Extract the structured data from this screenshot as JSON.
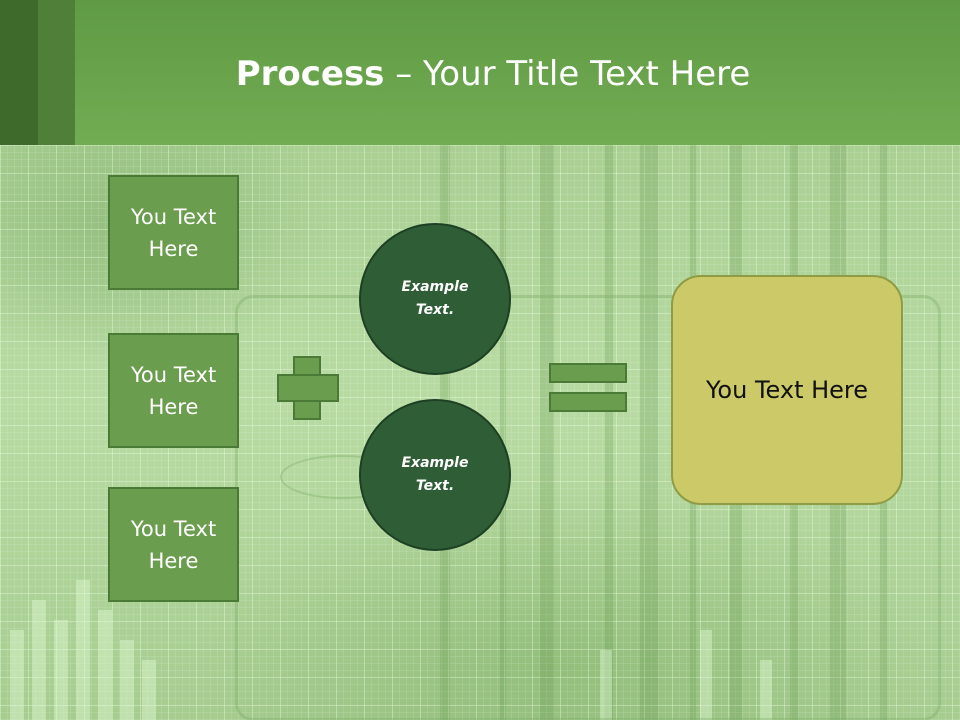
{
  "slide": {
    "title_bold": "Process",
    "title_rest": " – Your Title Text Here"
  },
  "left_boxes": [
    {
      "label": "You Text Here"
    },
    {
      "label": "You Text Here"
    },
    {
      "label": "You Text Here"
    }
  ],
  "circles": [
    {
      "label": "Example Text."
    },
    {
      "label": "Example Text."
    }
  ],
  "operators": {
    "plus_icon": "plus-icon",
    "equals_icon": "equals-icon"
  },
  "result_box": {
    "label": "You Text Here"
  },
  "colors": {
    "header": "#6aa64b",
    "box_fill": "#6a9d4e",
    "circle_fill": "#2f5e36",
    "result_fill": "#ccca68"
  }
}
